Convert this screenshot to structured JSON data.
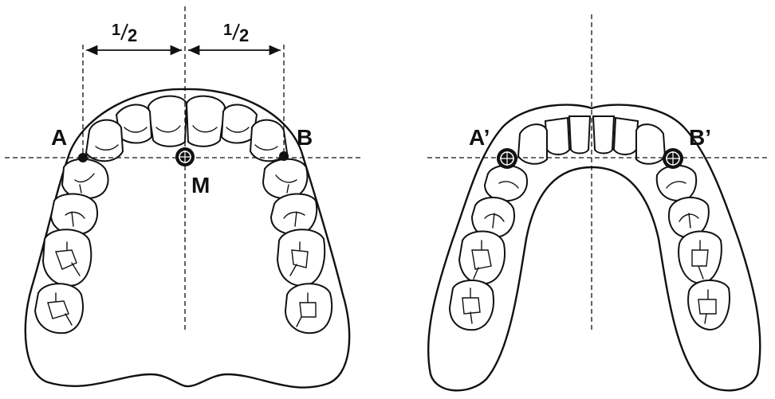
{
  "labels": {
    "left": {
      "point_a": "A",
      "point_b": "B",
      "midpoint": "M",
      "half_left": [
        "1",
        "2"
      ],
      "half_right": [
        "1",
        "2"
      ]
    },
    "right": {
      "point_a": "A’",
      "point_b": "B’"
    }
  },
  "colors": {
    "ink": "#111111",
    "paper": "#ffffff"
  }
}
